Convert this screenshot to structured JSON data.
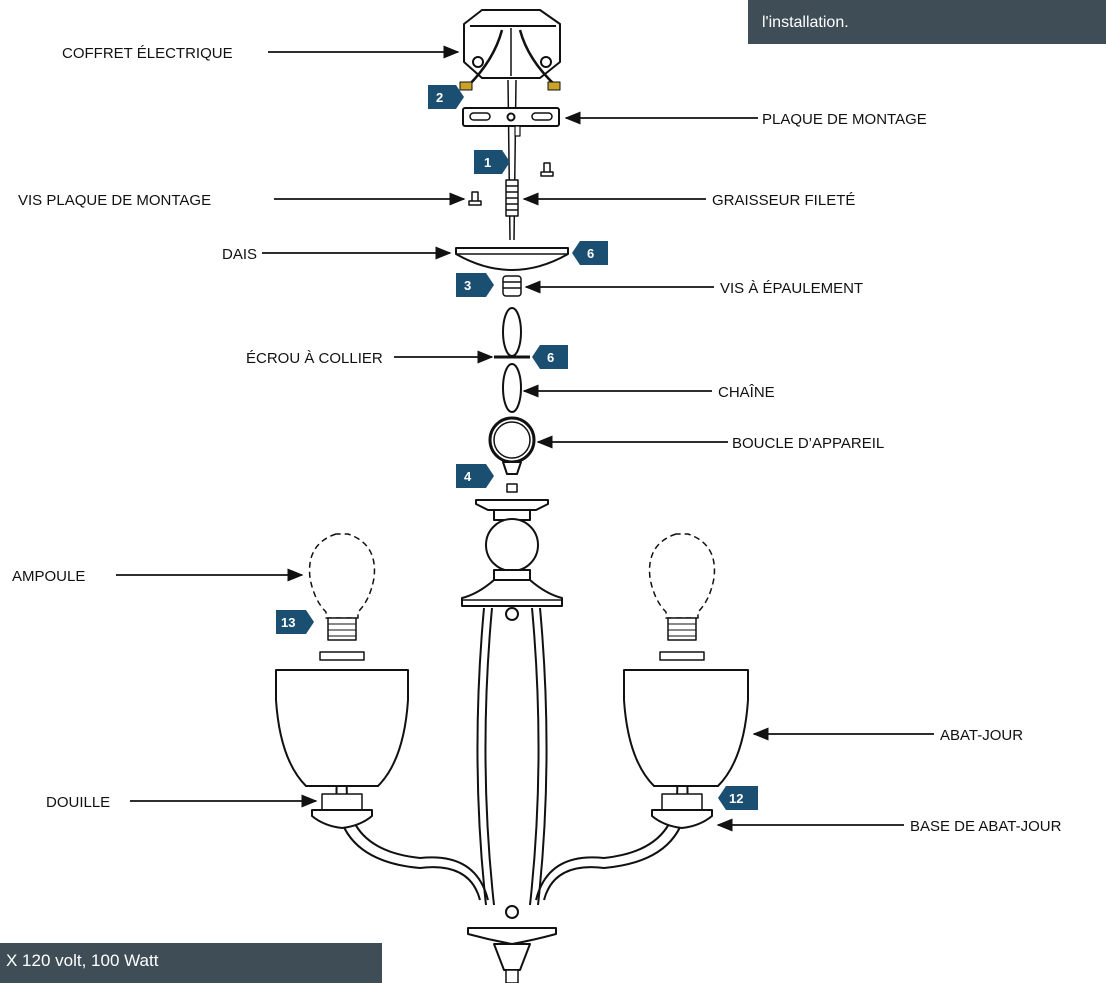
{
  "notes": {
    "top": "l'installation.",
    "bottom": "X 120 volt, 100 Watt"
  },
  "labels": {
    "coffret": "COFFRET ÉLECTRIQUE",
    "plaque": "PLAQUE DE MONTAGE",
    "vis_plaque": "VIS PLAQUE DE MONTAGE",
    "graisseur": "GRAISSEUR FILETÉ",
    "dais": "DAIS",
    "vis_epaulement": "VIS À ÉPAULEMENT",
    "ecrou": "ÉCROU À COLLIER",
    "chaine": "CHAÎNE",
    "boucle": "BOUCLE D’APPAREIL",
    "ampoule": "AMPOULE",
    "abat_jour": "ABAT-JOUR",
    "douille": "DOUILLE",
    "base_abat_jour": "BASE DE ABAT-JOUR"
  },
  "badges": {
    "b1": "1",
    "b2": "2",
    "b3": "3",
    "b4": "4",
    "b6a": "6",
    "b6b": "6",
    "b12": "12",
    "b13": "13"
  },
  "colors": {
    "badge": "#1b4f72",
    "note": "#3f4d57",
    "line": "#111111"
  }
}
